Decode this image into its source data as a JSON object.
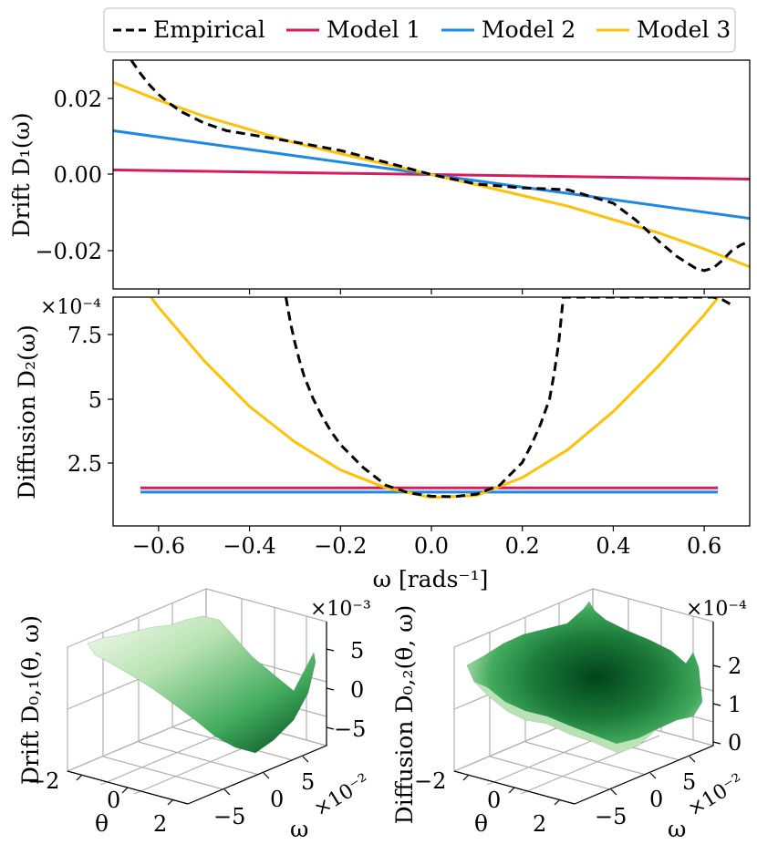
{
  "legend": {
    "items": [
      {
        "label": "Empirical",
        "color": "#000000",
        "dash": true
      },
      {
        "label": "Model 1",
        "color": "#d81b60",
        "dash": false
      },
      {
        "label": "Model 2",
        "color": "#1e88e5",
        "dash": false
      },
      {
        "label": "Model 3",
        "color": "#ffc107",
        "dash": false
      }
    ]
  },
  "panels": {
    "drift": {
      "ylabel": "Drift D₁(ω)",
      "yticks": [
        "0.02",
        "0.00",
        "−0.02"
      ]
    },
    "diffusion": {
      "ylabel": "Diffusion D₂(ω)",
      "exponent": "×10⁻⁴",
      "yticks": [
        "7.5",
        "5",
        "2.5"
      ],
      "xlabel": "ω [rads⁻¹]",
      "xticks": [
        "−0.6",
        "−0.4",
        "−0.2",
        "0.0",
        "0.2",
        "0.4",
        "0.6"
      ]
    },
    "surf_drift": {
      "zlabel": "Drift D₀,₁(θ, ω)",
      "z_exponent": "×10⁻³",
      "zticks": [
        "5",
        "0",
        "−5"
      ],
      "theta_label": "θ",
      "theta_ticks": [
        "−2",
        "0",
        "2"
      ],
      "omega_label": "ω",
      "omega_exponent": "×10⁻²",
      "omega_ticks": [
        "−5",
        "0",
        "5"
      ]
    },
    "surf_diffusion": {
      "zlabel": "Diffusion D₀,₂(θ, ω)",
      "z_exponent": "×10⁻⁴",
      "zticks": [
        "2",
        "1",
        "0"
      ],
      "theta_label": "θ",
      "theta_ticks": [
        "−2",
        "0",
        "2"
      ],
      "omega_label": "ω",
      "omega_exponent": "×10⁻²",
      "omega_ticks": [
        "−5",
        "0",
        "5"
      ]
    }
  },
  "chart_data": [
    {
      "type": "line",
      "xlim": [
        -0.7,
        0.7
      ],
      "ylim": [
        -0.03,
        0.03
      ],
      "series": [
        {
          "name": "Empirical",
          "color": "#000000",
          "x": [
            -0.66,
            -0.64,
            -0.62,
            -0.6,
            -0.58,
            -0.55,
            -0.5,
            -0.45,
            -0.4,
            -0.3,
            -0.2,
            -0.1,
            0.0,
            0.1,
            0.2,
            0.3,
            0.4,
            0.45,
            0.5,
            0.54,
            0.58,
            0.6,
            0.62,
            0.64,
            0.66,
            0.68,
            0.7
          ],
          "y": [
            0.03,
            0.0265,
            0.0235,
            0.021,
            0.019,
            0.0165,
            0.0135,
            0.0115,
            0.0105,
            0.0085,
            0.0063,
            0.0032,
            0.0,
            -0.0025,
            -0.0035,
            -0.004,
            -0.0075,
            -0.012,
            -0.0175,
            -0.0215,
            -0.0245,
            -0.0252,
            -0.0245,
            -0.0225,
            -0.02,
            -0.0185,
            -0.0175
          ]
        },
        {
          "name": "Model 1",
          "color": "#d81b60",
          "x": [
            -0.7,
            0.7
          ],
          "y": [
            0.0012,
            -0.0012
          ]
        },
        {
          "name": "Model 2",
          "color": "#1e88e5",
          "x": [
            -0.7,
            0.7
          ],
          "y": [
            0.0115,
            -0.0115
          ]
        },
        {
          "name": "Model 3",
          "color": "#ffc107",
          "x": [
            -0.7,
            -0.6,
            -0.5,
            -0.4,
            -0.3,
            -0.2,
            -0.1,
            0.0,
            0.1,
            0.2,
            0.3,
            0.4,
            0.5,
            0.6,
            0.7
          ],
          "y": [
            0.0242,
            0.0195,
            0.0153,
            0.0118,
            0.0083,
            0.0055,
            0.0027,
            0.0,
            -0.0027,
            -0.0055,
            -0.0083,
            -0.0118,
            -0.0153,
            -0.0195,
            -0.0242
          ]
        }
      ]
    },
    {
      "type": "line",
      "xlabel": "ω [rads⁻¹]",
      "xlim": [
        -0.7,
        0.7
      ],
      "ylim": [
        0.0,
        9.0
      ],
      "series": [
        {
          "name": "Empirical",
          "color": "#000000",
          "x": [
            -0.32,
            -0.31,
            -0.3,
            -0.29,
            -0.28,
            -0.26,
            -0.24,
            -0.22,
            -0.2,
            -0.15,
            -0.1,
            -0.05,
            0.0,
            0.05,
            0.1,
            0.15,
            0.2,
            0.22,
            0.24,
            0.26,
            0.27,
            0.28,
            0.29,
            0.62,
            0.64,
            0.66
          ],
          "y": [
            9.0,
            8.0,
            7.2,
            6.5,
            5.9,
            5.0,
            4.3,
            3.7,
            3.2,
            2.3,
            1.6,
            1.3,
            1.17,
            1.15,
            1.25,
            1.6,
            2.5,
            3.2,
            4.0,
            5.0,
            6.0,
            7.2,
            9.0,
            9.0,
            8.9,
            8.7
          ]
        },
        {
          "name": "Model 1",
          "color": "#d81b60",
          "x": [
            -0.64,
            0.63
          ],
          "y": [
            1.5,
            1.5
          ]
        },
        {
          "name": "Model 2",
          "color": "#1e88e5",
          "x": [
            -0.64,
            0.63
          ],
          "y": [
            1.33,
            1.33
          ]
        },
        {
          "name": "Model 3",
          "color": "#ffc107",
          "x": [
            -0.7,
            -0.6,
            -0.5,
            -0.4,
            -0.3,
            -0.2,
            -0.1,
            0.0,
            0.1,
            0.2,
            0.3,
            0.4,
            0.5,
            0.6,
            0.64,
            0.7
          ],
          "y": [
            11.0,
            8.6,
            6.5,
            4.7,
            3.3,
            2.2,
            1.5,
            1.12,
            1.2,
            1.9,
            3.0,
            4.5,
            6.3,
            8.3,
            9.2,
            10.8
          ]
        }
      ]
    }
  ]
}
